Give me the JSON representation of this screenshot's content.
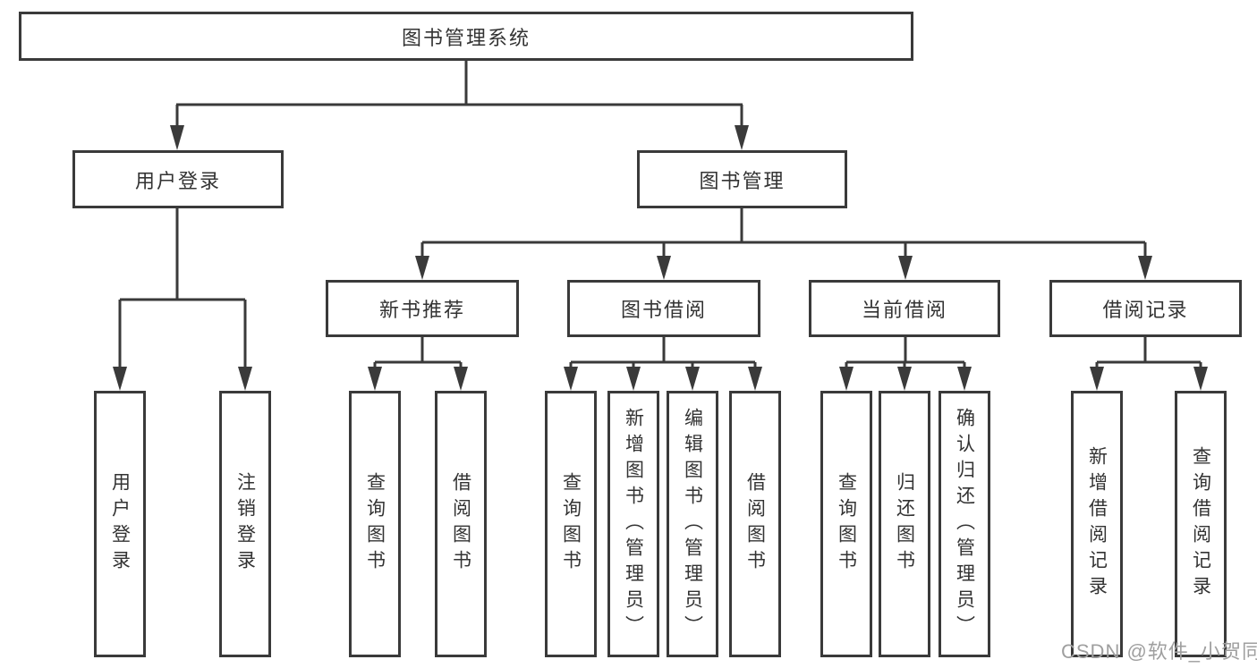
{
  "diagram": {
    "root": {
      "label": "图书管理系统"
    },
    "branches": [
      {
        "label": "用户登录",
        "children": [
          {
            "label": "用户登录"
          },
          {
            "label": "注销登录"
          }
        ]
      },
      {
        "label": "图书管理",
        "children": [
          {
            "label": "新书推荐",
            "children": [
              {
                "label": "查询图书"
              },
              {
                "label": "借阅图书"
              }
            ]
          },
          {
            "label": "图书借阅",
            "children": [
              {
                "label": "查询图书"
              },
              {
                "label": "新增图书（管理员）"
              },
              {
                "label": "编辑图书（管理员）"
              },
              {
                "label": "借阅图书"
              }
            ]
          },
          {
            "label": "当前借阅",
            "children": [
              {
                "label": "查询图书"
              },
              {
                "label": "归还图书"
              },
              {
                "label": "确认归还（管理员）"
              }
            ]
          },
          {
            "label": "借阅记录",
            "children": [
              {
                "label": "新增借阅记录"
              },
              {
                "label": "查询借阅记录"
              }
            ]
          }
        ]
      }
    ]
  },
  "watermark": {
    "text": "CSDN @软件_小贺同学"
  },
  "colors": {
    "line": "#3a3a3a",
    "text": "#333333",
    "watermark": "#9f9f9f",
    "bg": "#ffffff"
  }
}
